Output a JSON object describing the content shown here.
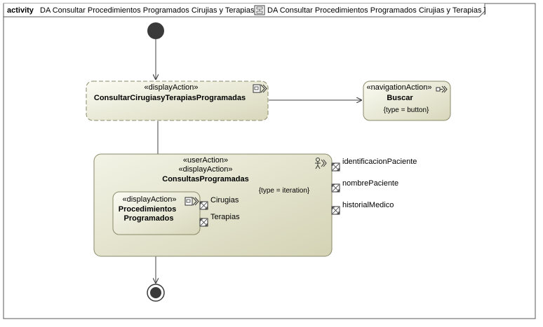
{
  "frame": {
    "keyword": "activity",
    "title": "DA Consultar Procedimientos Programados Cirujias y Terapias [",
    "title_ref": "DA Consultar Procedimientos Programados Cirujias y Terapias ]",
    "icon": "activity-diagram-icon"
  },
  "actions": {
    "consultar": {
      "stereotype": "«displayAction»",
      "name": "ConsultarCirugiasyTerapiasProgramadas",
      "icon": "display-action-icon"
    },
    "buscar": {
      "stereotype": "«navigationAction»",
      "name": "Buscar",
      "tag": "{type = button}",
      "icon": "navigation-action-icon"
    },
    "consultas": {
      "stereotype1": "«userAction»",
      "stereotype2": "«displayAction»",
      "name": "ConsultasProgramadas",
      "tag": "{type = iteration}",
      "icon": "user-action-icon",
      "pins": [
        "identificacionPaciente",
        "nombrePaciente",
        "historialMedico"
      ]
    },
    "procedimientos": {
      "stereotype": "«displayAction»",
      "name_line1": "Procedimientos",
      "name_line2": "Programados",
      "icon": "display-action-icon",
      "pins": [
        "Cirugias",
        "Terapias"
      ]
    }
  },
  "colors": {
    "node_fill_light": "#fafaf2",
    "node_fill_dark": "#dcdcc0",
    "node_stroke": "#8a8a6a",
    "edge": "#404040",
    "initial": "#3a3a3a"
  }
}
